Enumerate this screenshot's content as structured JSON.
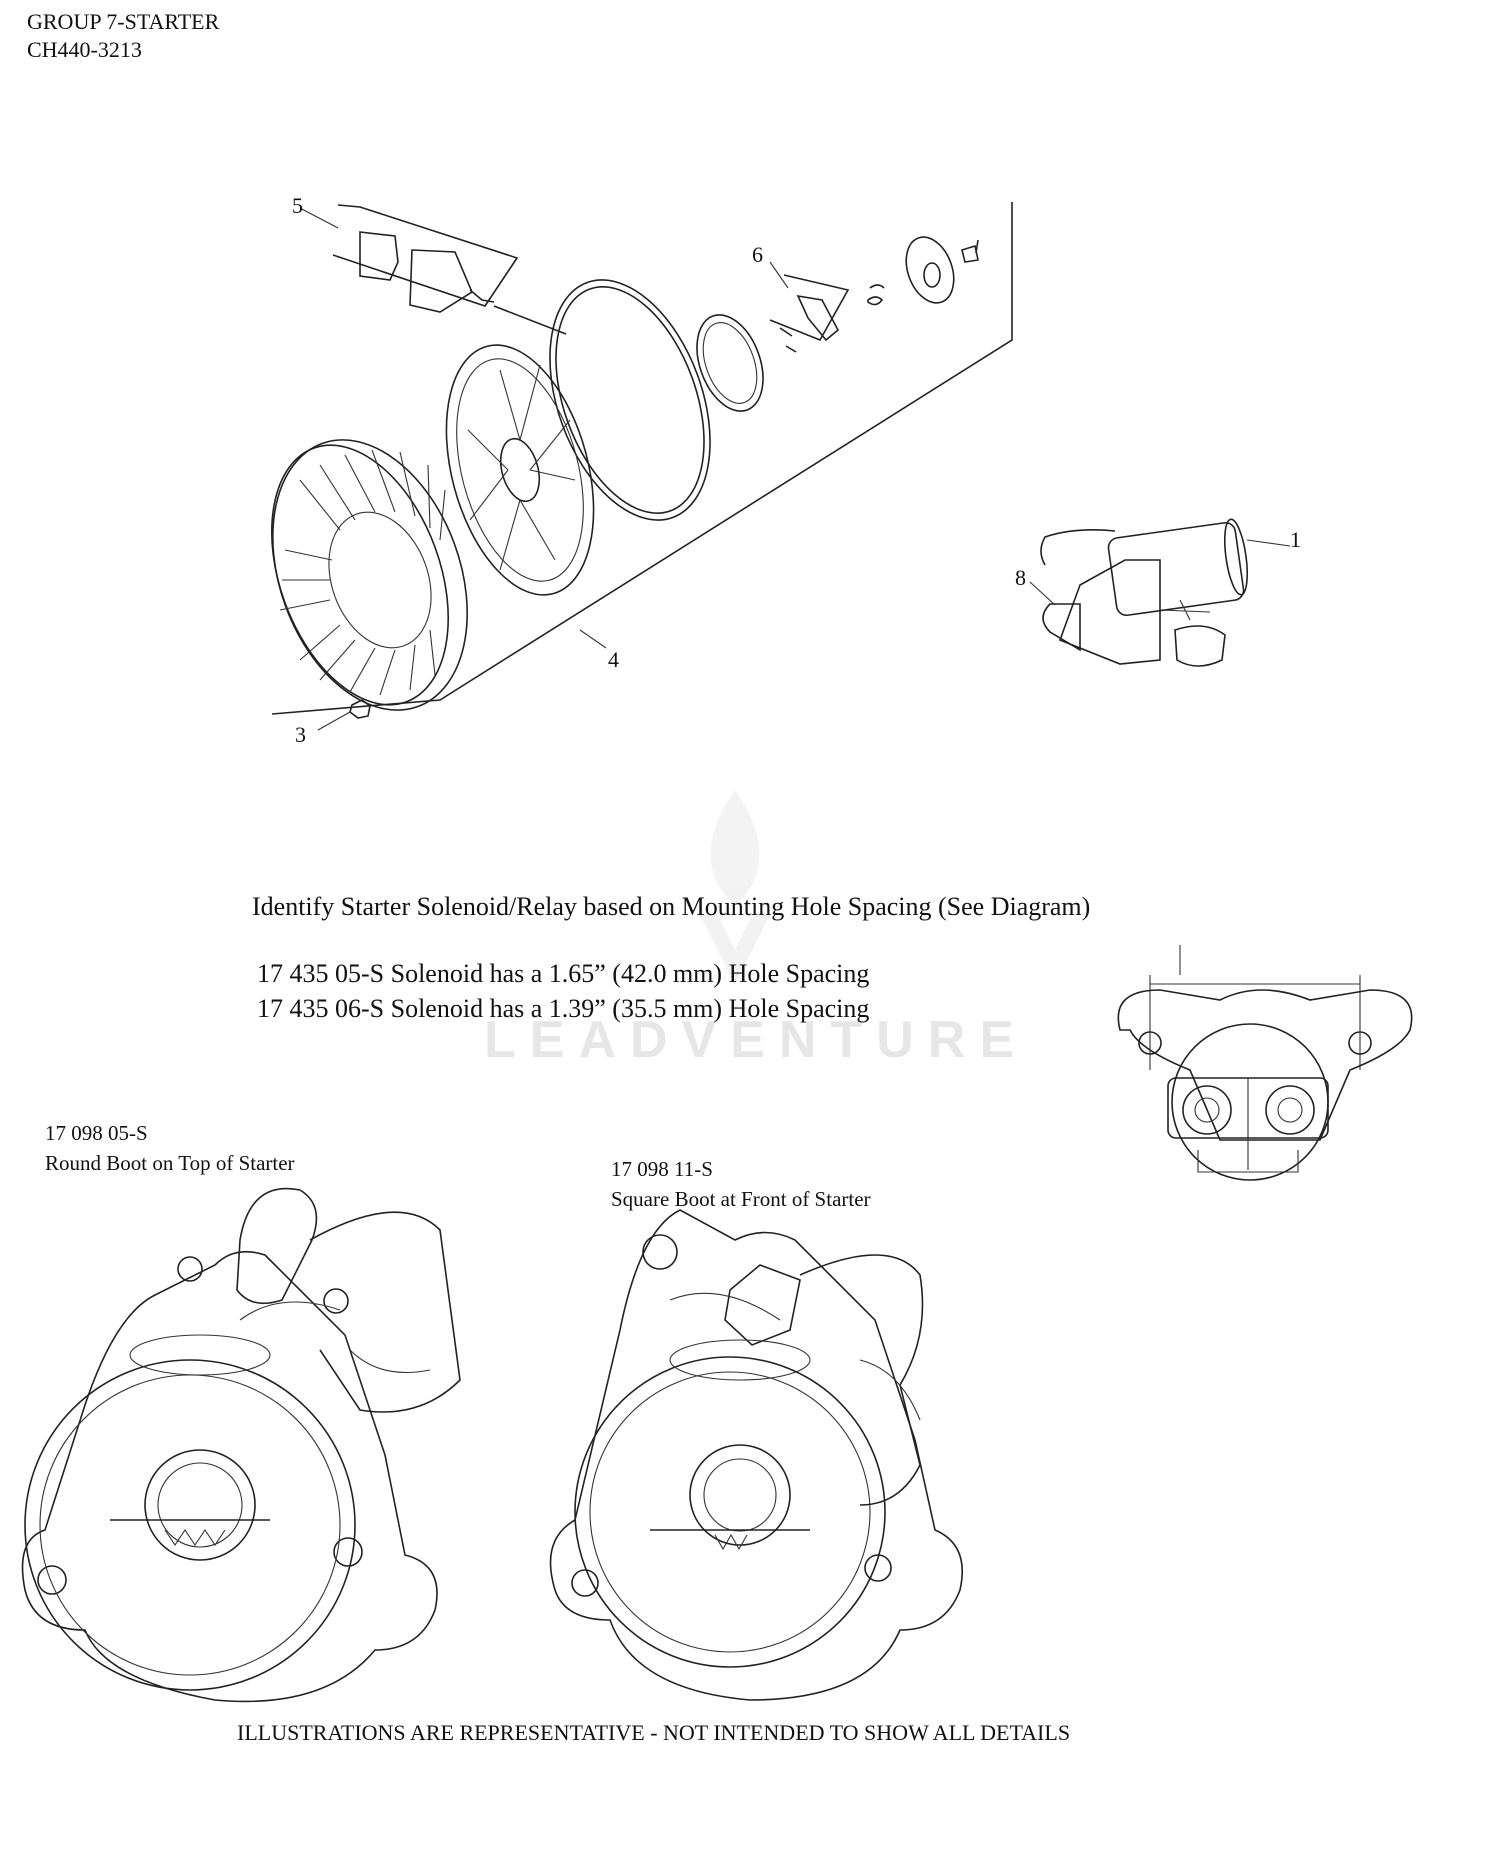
{
  "header": {
    "group": "GROUP 7-STARTER",
    "model": "CH440-3213"
  },
  "callouts": [
    "1",
    "3",
    "4",
    "5",
    "6",
    "8"
  ],
  "watermark": "LEADVENTURE",
  "solenoid_note": {
    "title": "Identify Starter Solenoid/Relay based on Mounting Hole Spacing (See Diagram)",
    "line1": "17 435 05-S Solenoid has a 1.65” (42.0 mm) Hole Spacing",
    "line2": "17 435 06-S Solenoid has a 1.39” (35.5 mm) Hole Spacing"
  },
  "starter_a": {
    "part": "17 098 05-S",
    "desc": "Round Boot on Top of Starter"
  },
  "starter_b": {
    "part": "17 098 11-S",
    "desc": "Square Boot at Front of Starter"
  },
  "footer": "ILLUSTRATIONS ARE REPRESENTATIVE - NOT INTENDED TO SHOW ALL DETAILS"
}
